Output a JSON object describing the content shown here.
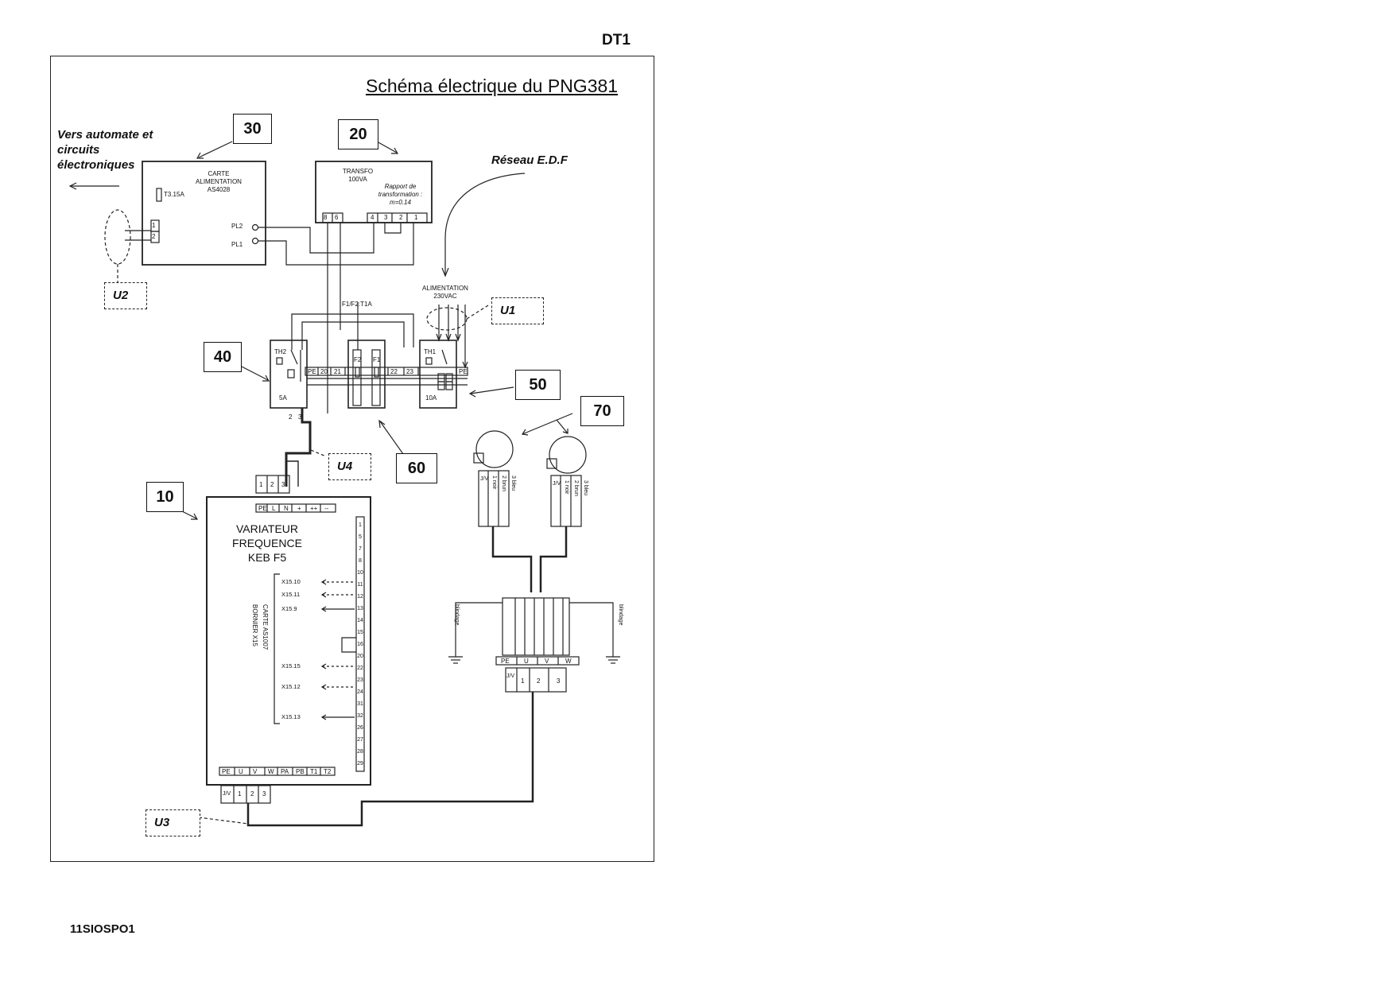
{
  "header": {
    "doc_id": "DT1",
    "title": "Schéma électrique du PNG381"
  },
  "footer": {
    "reference": "11SIOSPO1"
  },
  "notes": {
    "to_plc": [
      "Vers automate et",
      "circuits",
      "électroniques"
    ],
    "edf": "Réseau E.D.F"
  },
  "callouts": {
    "c30": "30",
    "c20": "20",
    "c40": "40",
    "c50": "50",
    "c60": "60",
    "c70": "70",
    "c10": "10"
  },
  "unknowns": {
    "u1": "U1",
    "u2": "U2",
    "u3": "U3",
    "u4": "U4"
  },
  "board": {
    "lines": [
      "CARTE",
      "ALIMENTATION",
      "AS4028"
    ],
    "fuse": "T3.15A",
    "pl2": "PL2",
    "pl1": "PL1",
    "terms": [
      "1",
      "2"
    ]
  },
  "transfo": {
    "lines": [
      "TRANSFO",
      "100VA"
    ],
    "ratio_lines": [
      "Rapport de",
      "transformation :",
      "m=0.14"
    ],
    "terms": [
      "8",
      "6",
      "4",
      "3",
      "2",
      "1"
    ]
  },
  "supply": {
    "lines": [
      "ALIMENTATION",
      "230VAC"
    ]
  },
  "protections": {
    "fuse_label": "F1/F2:T1A",
    "th2": "TH2",
    "th2_rating": "5A",
    "th1": "TH1",
    "th1_rating": "10A",
    "strip": [
      "PE",
      "20",
      "21",
      "22",
      "23",
      "PE"
    ],
    "f2": "F2",
    "f1": "F1",
    "out": [
      "2",
      "3"
    ]
  },
  "drive": {
    "title_lines": [
      "VARIATEUR",
      "FREQUENCE",
      "KEB F5"
    ],
    "in_header": [
      "1",
      "2",
      "3"
    ],
    "in_terms": [
      "PE",
      "L",
      "N",
      "+",
      "++",
      "--"
    ],
    "bornier_label": "BORNIER X15",
    "carte_label": "CARTE AS1007",
    "x15": [
      "X15.10",
      "X15.11",
      "X15.9",
      "X15.15",
      "X15.12",
      "X15.13"
    ],
    "strip_numbers": [
      "1",
      "5",
      "7",
      "8",
      "10",
      "11",
      "12",
      "13",
      "14",
      "15",
      "16",
      "20",
      "22",
      "23",
      "24",
      "31",
      "32",
      "26",
      "27",
      "28",
      "29"
    ],
    "out_terms": [
      "PE",
      "U",
      "V",
      "W",
      "PA",
      "PB",
      "T1",
      "T2"
    ],
    "out_cable": [
      "J/V",
      "1",
      "2",
      "3"
    ]
  },
  "motors": {
    "wires": [
      "1 noir",
      "2 brun",
      "3 bleu"
    ],
    "earth": "J/V",
    "shield": "blindage",
    "junction": [
      "PE",
      "U",
      "V",
      "W"
    ],
    "junction_cable": [
      "J/V",
      "1",
      "2",
      "3"
    ]
  }
}
